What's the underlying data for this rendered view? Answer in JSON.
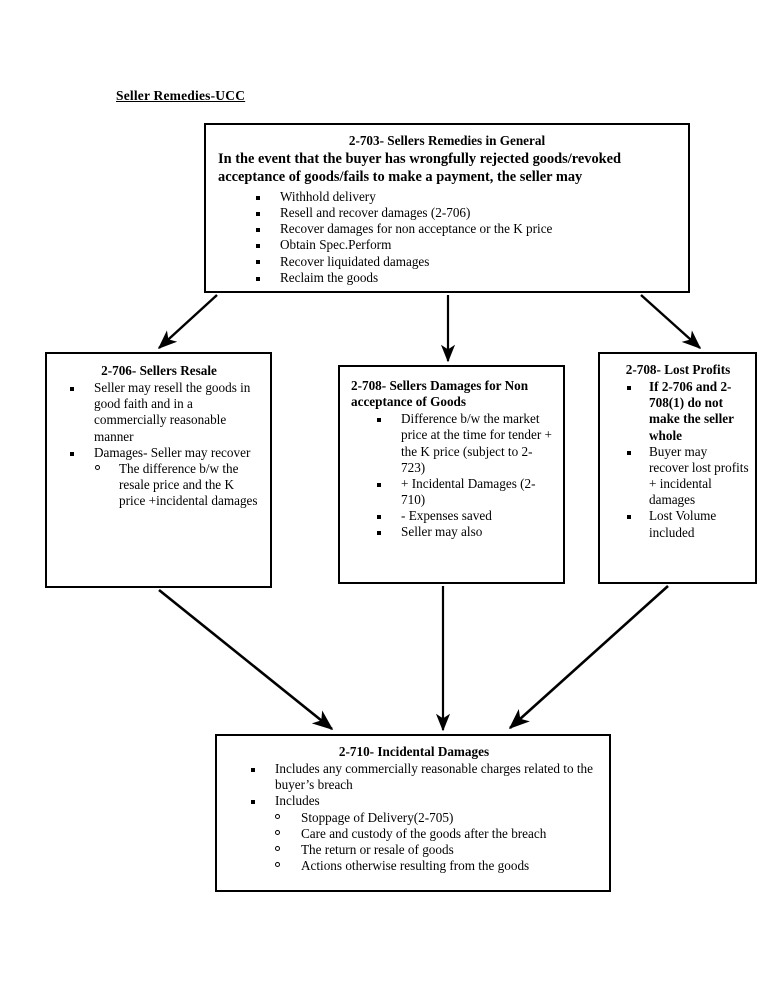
{
  "page": {
    "title": "Seller Remedies-UCC"
  },
  "nodes": {
    "sellers_remedies_general": {
      "title": "2-703- Sellers Remedies in General",
      "lead": "In the event that the buyer has wrongfully rejected goods/revoked acceptance of goods/fails to make a payment, the seller may",
      "bullets": [
        "Withhold delivery",
        "Resell and recover damages (2-706)",
        "Recover damages for non acceptance or the K price",
        "Obtain Spec.Perform",
        "Recover liquidated damages",
        "Reclaim the goods"
      ]
    },
    "sellers_resale": {
      "title": "2-706- Sellers Resale",
      "bullets": [
        "Seller may resell the goods in good faith and in a commercially reasonable manner",
        "Damages- Seller may recover"
      ],
      "subbullets": [
        "The difference b/w the resale price and the K price +incidental damages"
      ]
    },
    "damages_non_acceptance": {
      "title": "2-708- Sellers Damages for Non acceptance of Goods",
      "bullets": [
        "Difference b/w the market price at the time for tender + the K price (subject to 2-723)",
        "+ Incidental Damages (2-710)",
        "- Expenses saved",
        "Seller may also"
      ]
    },
    "lost_profits": {
      "title": "2-708- Lost Profits",
      "bullets": [
        "If 2-706 and 2-708(1) do not make the seller whole",
        "Buyer may recover lost profits + incidental damages",
        "Lost Volume included"
      ]
    },
    "incidental_damages": {
      "title": "2-710- Incidental Damages",
      "bullets": [
        "Includes any commercially reasonable charges related to the buyer’s breach",
        "Includes"
      ],
      "subbullets": [
        "Stoppage of Delivery(2-705)",
        "Care and custody of the goods after the breach",
        "The return or resale of goods",
        "Actions otherwise resulting from the goods"
      ]
    }
  },
  "connectors": [
    {
      "name": "arrow-2703-to-2706",
      "from": "sellers_remedies_general",
      "to": "sellers_resale"
    },
    {
      "name": "arrow-2703-to-2708",
      "from": "sellers_remedies_general",
      "to": "damages_non_acceptance"
    },
    {
      "name": "arrow-2703-to-2708lp",
      "from": "sellers_remedies_general",
      "to": "lost_profits"
    },
    {
      "name": "arrow-2706-to-2710",
      "from": "sellers_resale",
      "to": "incidental_damages"
    },
    {
      "name": "arrow-2708-to-2710",
      "from": "damages_non_acceptance",
      "to": "incidental_damages"
    },
    {
      "name": "arrow-2708lp-to-2710",
      "from": "lost_profits",
      "to": "incidental_damages"
    }
  ],
  "style": {
    "background": "#ffffff",
    "ink": "#000000",
    "border": "#000000"
  }
}
